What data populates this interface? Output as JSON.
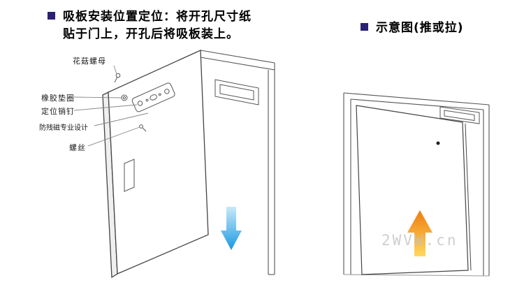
{
  "page": {
    "background": "#ffffff"
  },
  "left_section": {
    "bullet_color": "#2b2171",
    "title_line1": "吸板安装位置定位：将开孔尺寸纸",
    "title_line2": "贴于门上，开孔后将吸板装上。",
    "callouts": {
      "mushroom_nut": "花菇螺母",
      "rubber_washer": "橡胶垫圈",
      "positioning_pin": "定位销钉",
      "anti_residual_magnetism": "防残磁专业设计",
      "screw": "螺丝"
    },
    "down_arrow": {
      "color_top": "#c9e9f9",
      "color_bottom": "#1898e0"
    }
  },
  "right_section": {
    "bullet_color": "#2b2171",
    "title": "示意图(推或拉)",
    "up_arrow": {
      "color_top": "#ee7c10",
      "color_bottom": "#ffd95e"
    },
    "watermark": "2WVW.cn"
  }
}
